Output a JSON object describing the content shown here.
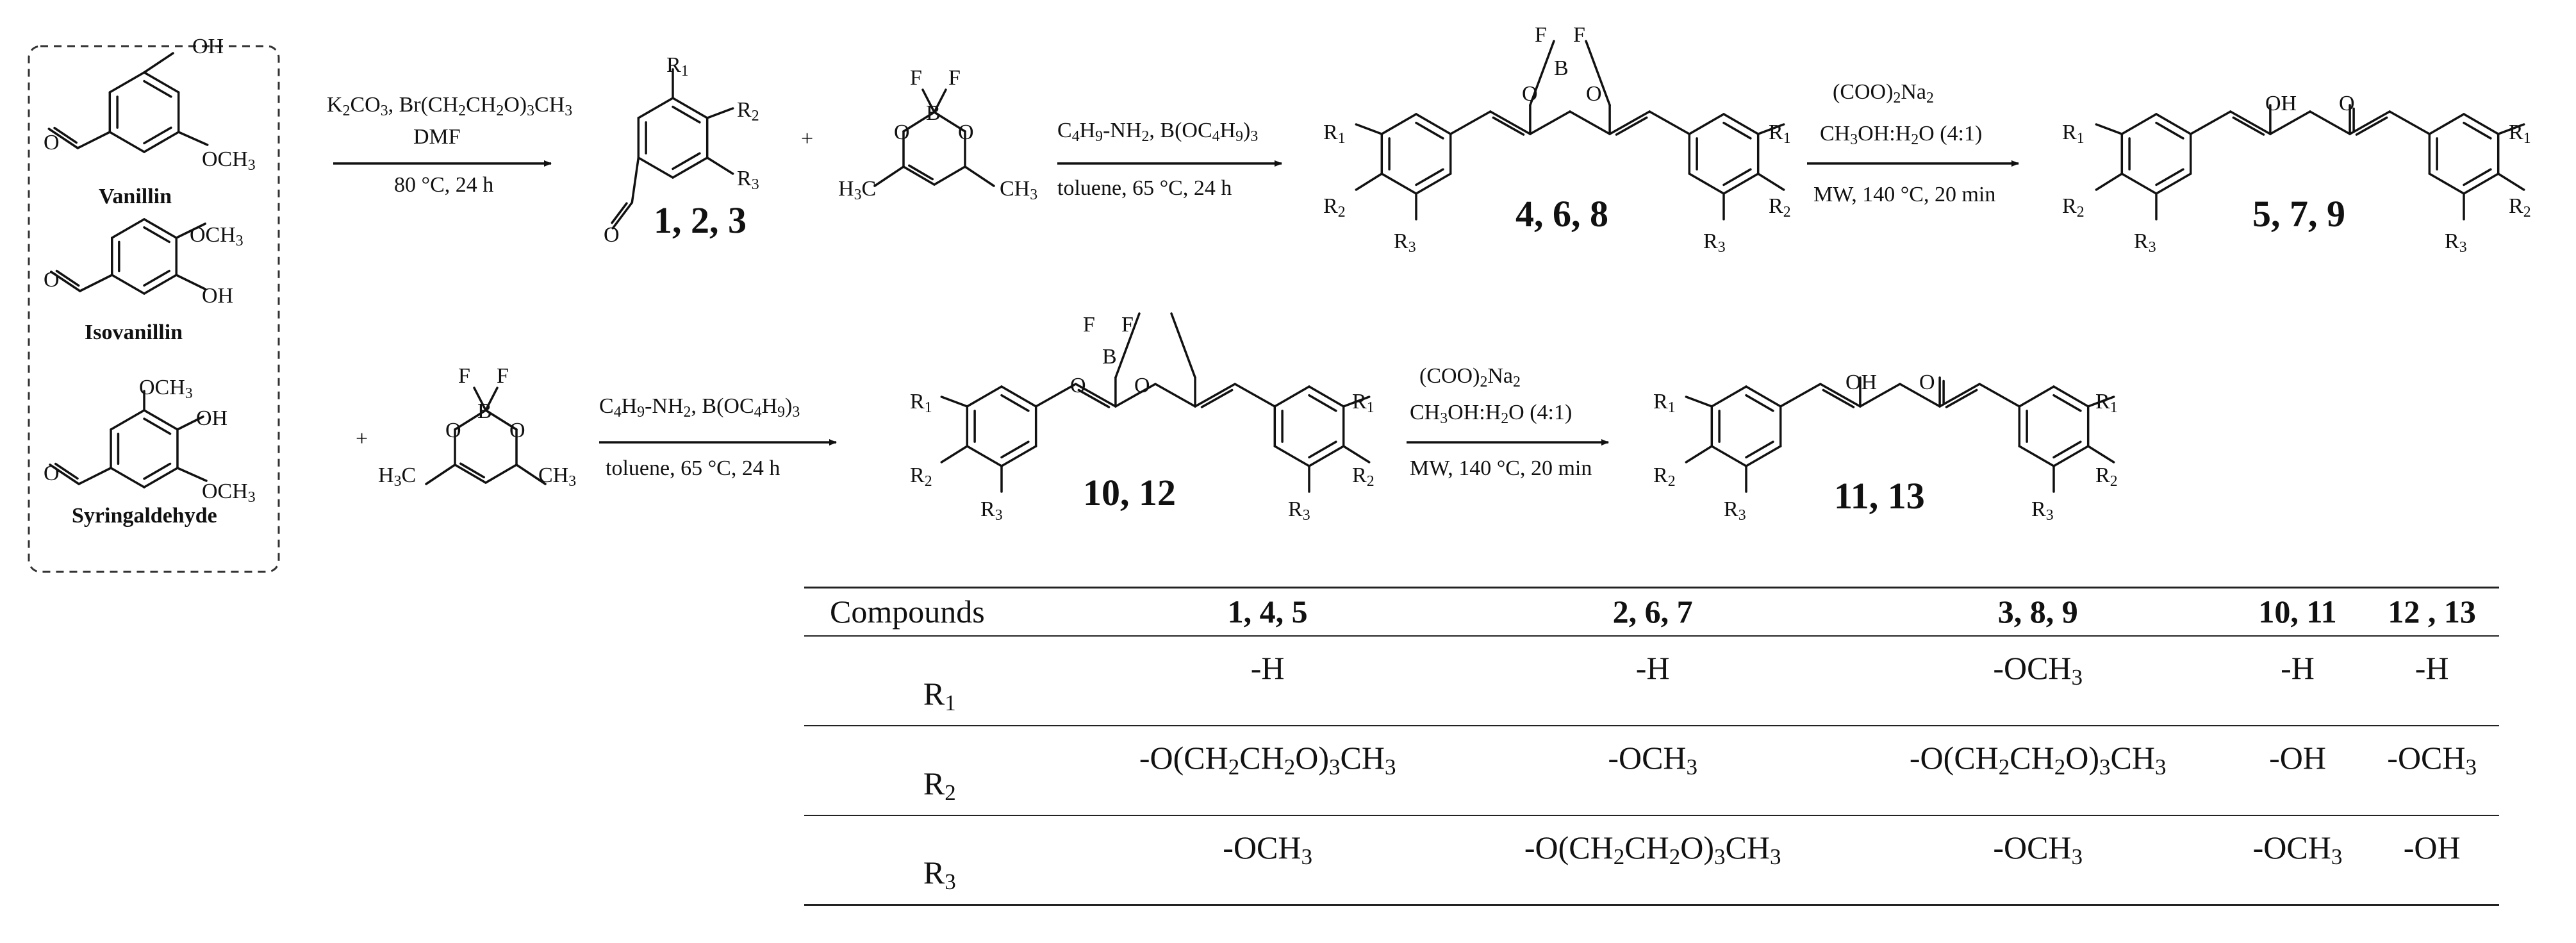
{
  "aldehydes": {
    "vanillin": {
      "name": "Vanillin",
      "oh": "OH",
      "och3": "OCH<sub>3</sub>"
    },
    "isovanillin": {
      "name": "Isovanillin",
      "oh": "OH",
      "och3": "OCH<sub>3</sub>"
    },
    "syringaldehyde": {
      "name": "Syringaldehyde",
      "oh": "OH",
      "och3_top": "OCH<sub>3</sub>",
      "och3_bot": "OCH<sub>3</sub>"
    }
  },
  "atoms": {
    "O": "O",
    "B": "B",
    "F": "F",
    "H3C": "H<sub>3</sub>C",
    "CH3": "CH<sub>3</sub>",
    "OH": "OH",
    "R1": "R<sub>1</sub>",
    "R2": "R<sub>2</sub>",
    "R3": "R<sub>3</sub>"
  },
  "steps": {
    "s1": {
      "line1": "K<sub>2</sub>CO<sub>3</sub>, Br(CH<sub>2</sub>CH<sub>2</sub>O)<sub>3</sub>CH<sub>3</sub>",
      "line2": "DMF",
      "line3": "80 °C, 24 h"
    },
    "s2": {
      "line1": "C<sub>4</sub>H<sub>9</sub>-NH<sub>2</sub>, B(OC<sub>4</sub>H<sub>9</sub>)<sub>3</sub>",
      "line2": "toluene, 65 °C, 24 h"
    },
    "s3": {
      "line1": "(COO)<sub>2</sub>Na<sub>2</sub>",
      "line2": "CH<sub>3</sub>OH:H<sub>2</sub>O (4:1)",
      "line3": "MW, 140 °C, 20 min"
    },
    "s4": {
      "line1": "C<sub>4</sub>H<sub>9</sub>-NH<sub>2</sub>, B(OC<sub>4</sub>H<sub>9</sub>)<sub>3</sub>",
      "line2": "toluene, 65 °C, 24 h"
    },
    "s5": {
      "line1": "(COO)<sub>2</sub>Na<sub>2</sub>",
      "line2": "CH<sub>3</sub>OH:H<sub>2</sub>O (4:1)",
      "line3": "MW, 140 °C, 20 min"
    }
  },
  "plus": "+",
  "products": {
    "p123": "1, 2, 3",
    "p468": "4, 6, 8",
    "p579": "5, 7, 9",
    "p1012": "10, 12",
    "p1113": "11, 13"
  },
  "table": {
    "headers": [
      "Compounds",
      "1, 4, 5",
      "2, 6, 7",
      "3, 8, 9",
      "10, 11",
      "12 , 13"
    ],
    "rows": [
      {
        "label": "R<sub>1</sub>",
        "cells": [
          "-H",
          "-H",
          "-OCH<sub>3</sub>",
          "-H",
          "-H"
        ]
      },
      {
        "label": "R<sub>2</sub>",
        "cells": [
          "-O(CH<sub>2</sub>CH<sub>2</sub>O)<sub>3</sub>CH<sub>3</sub>",
          "-OCH<sub>3</sub>",
          "-O(CH<sub>2</sub>CH<sub>2</sub>O)<sub>3</sub>CH<sub>3</sub>",
          "-OH",
          "-OCH<sub>3</sub>"
        ]
      },
      {
        "label": "R<sub>3</sub>",
        "cells": [
          "-OCH<sub>3</sub>",
          "-O(CH<sub>2</sub>CH<sub>2</sub>O)<sub>3</sub>CH<sub>3</sub>",
          "-OCH<sub>3</sub>",
          "-OCH<sub>3</sub>",
          "-OH"
        ]
      }
    ]
  },
  "colors": {
    "ink": "#111111",
    "frame": "#333333"
  }
}
